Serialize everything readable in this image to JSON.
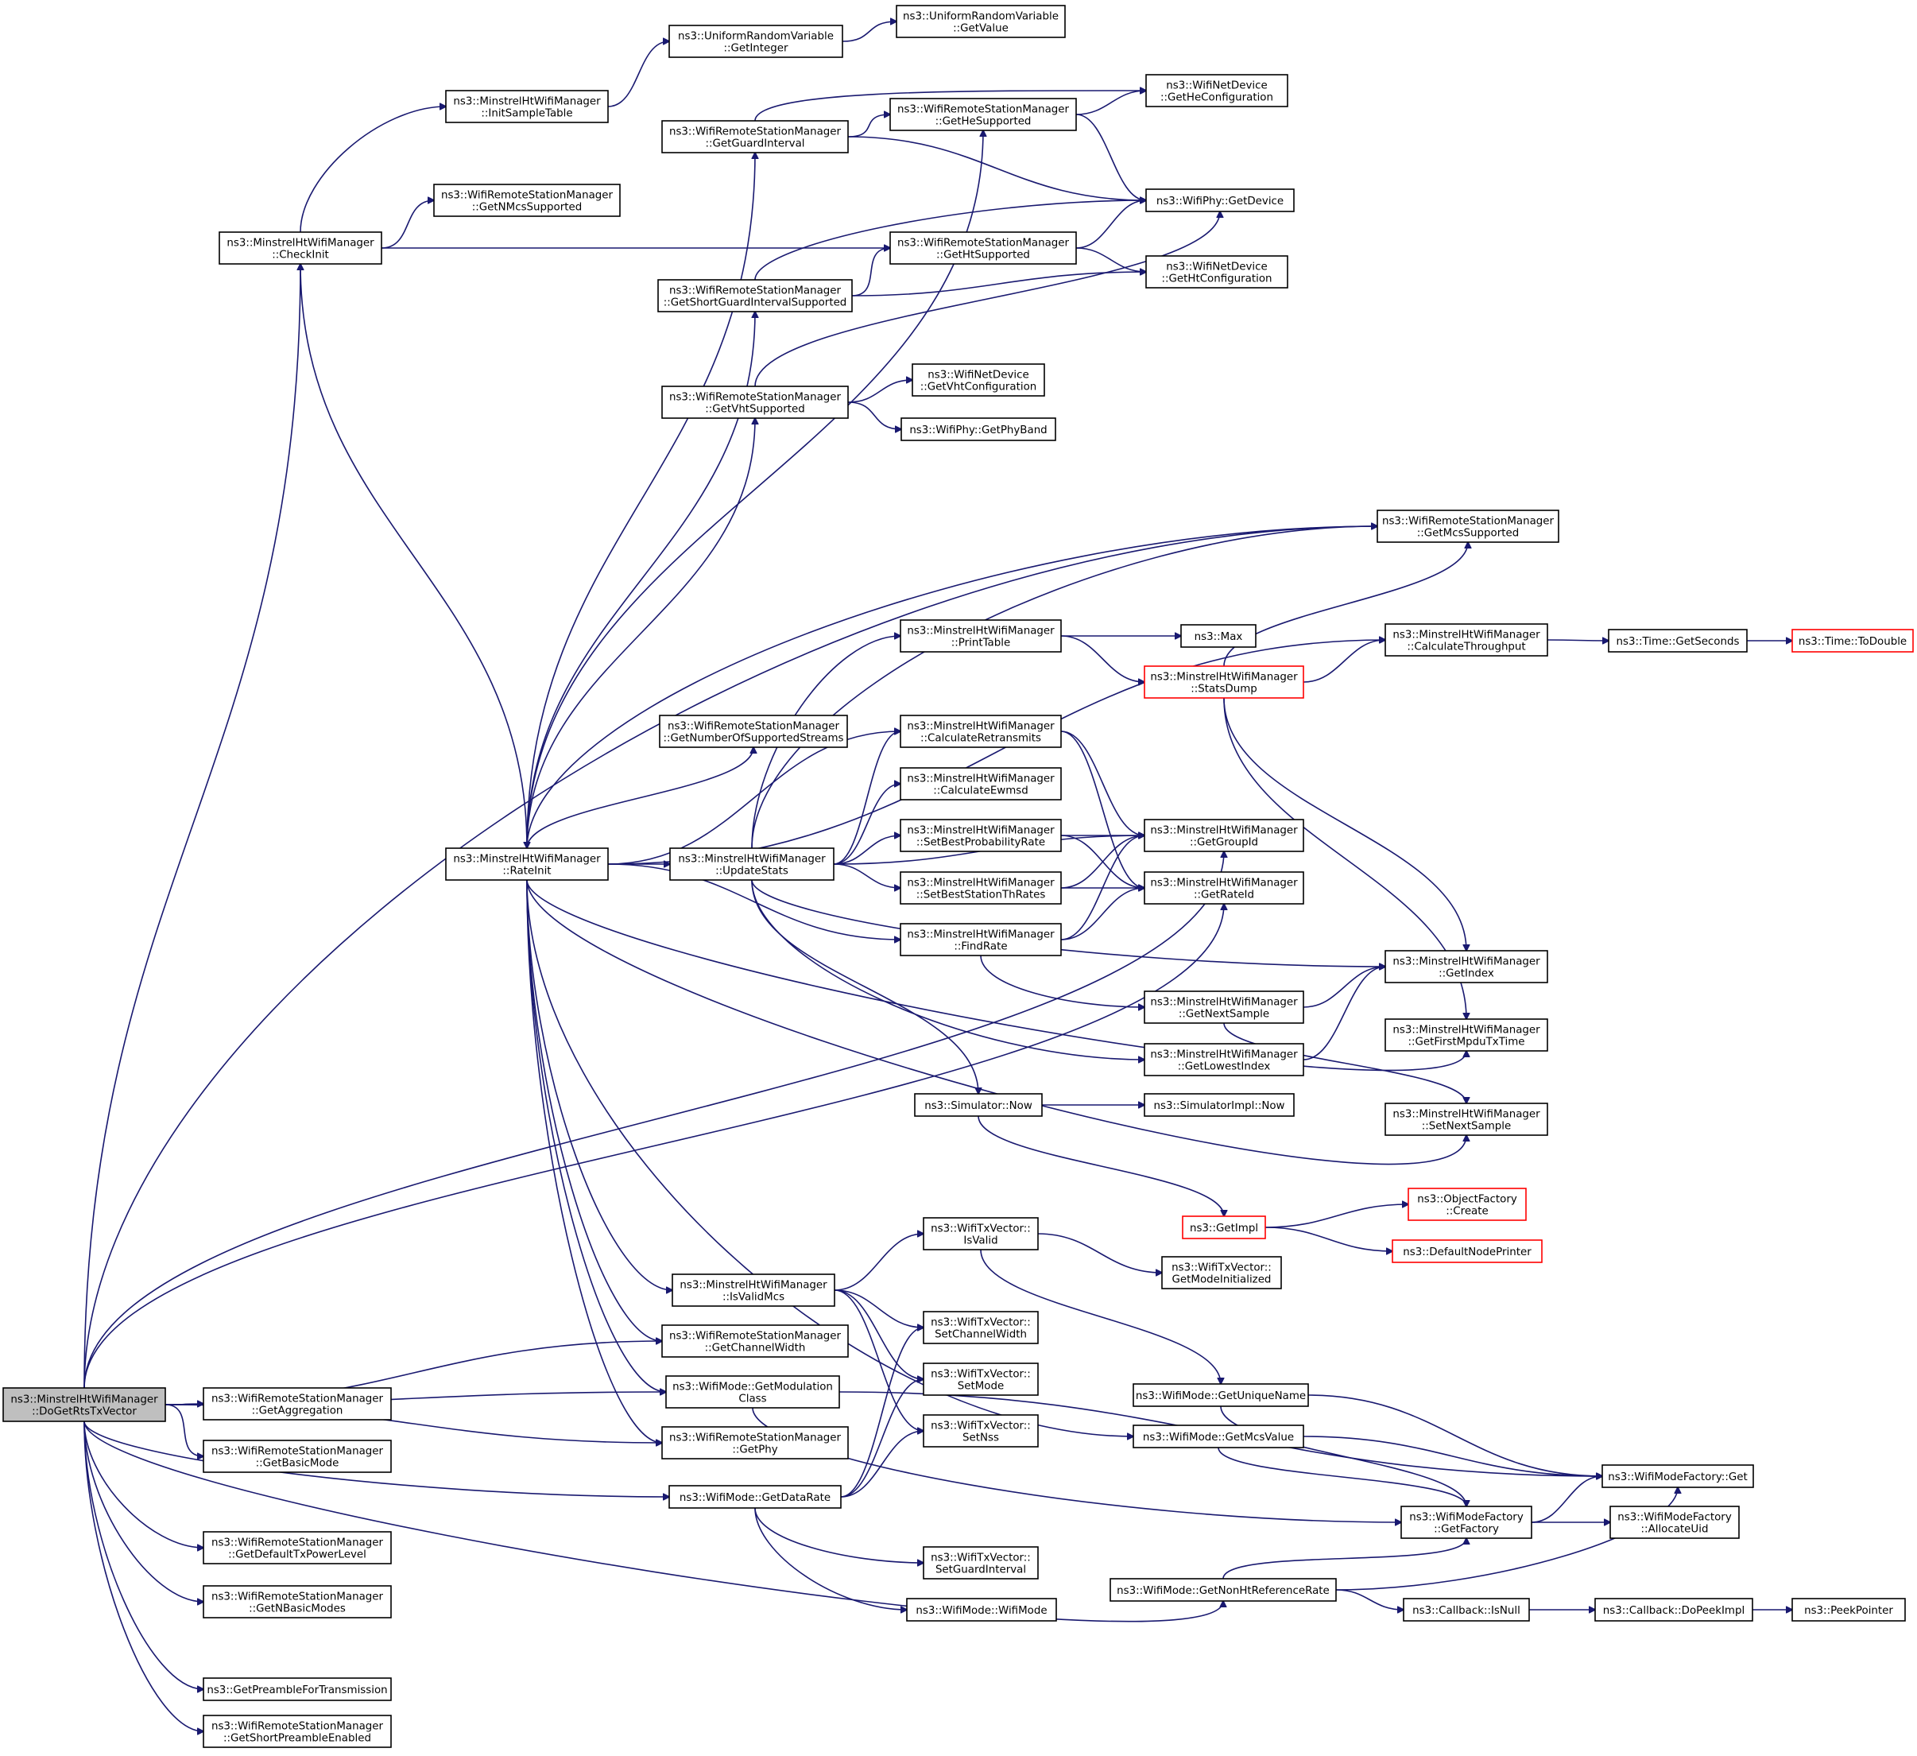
{
  "diagram": {
    "nodes": [
      {
        "id": "root",
        "lines": [
          "ns3::MinstrelHtWifiManager",
          "::DoGetRtsTxVector"
        ]
      },
      {
        "id": "checkInit",
        "lines": [
          "ns3::MinstrelHtWifiManager",
          "::CheckInit"
        ]
      },
      {
        "id": "initSample",
        "lines": [
          "ns3::MinstrelHtWifiManager",
          "::InitSampleTable"
        ]
      },
      {
        "id": "urvGetInteger",
        "lines": [
          "ns3::UniformRandomVariable",
          "::GetInteger"
        ]
      },
      {
        "id": "urvGetValue",
        "lines": [
          "ns3::UniformRandomVariable",
          "::GetValue"
        ]
      },
      {
        "id": "getNMcs",
        "lines": [
          "ns3::WifiRemoteStationManager",
          "::GetNMcsSupported"
        ]
      },
      {
        "id": "rateInit",
        "lines": [
          "ns3::MinstrelHtWifiManager",
          "::RateInit"
        ]
      },
      {
        "id": "getGuard",
        "lines": [
          "ns3::WifiRemoteStationManager",
          "::GetGuardInterval"
        ]
      },
      {
        "id": "getHeSup",
        "lines": [
          "ns3::WifiRemoteStationManager",
          "::GetHeSupported"
        ]
      },
      {
        "id": "getHeConf",
        "lines": [
          "ns3::WifiNetDevice",
          "::GetHeConfiguration"
        ]
      },
      {
        "id": "phyGetDevice",
        "lines": [
          "ns3::WifiPhy::GetDevice"
        ]
      },
      {
        "id": "getHtSup",
        "lines": [
          "ns3::WifiRemoteStationManager",
          "::GetHtSupported"
        ]
      },
      {
        "id": "getHtConf",
        "lines": [
          "ns3::WifiNetDevice",
          "::GetHtConfiguration"
        ]
      },
      {
        "id": "getShortGI",
        "lines": [
          "ns3::WifiRemoteStationManager",
          "::GetShortGuardIntervalSupported"
        ]
      },
      {
        "id": "getVhtSup",
        "lines": [
          "ns3::WifiRemoteStationManager",
          "::GetVhtSupported"
        ]
      },
      {
        "id": "getVhtConf",
        "lines": [
          "ns3::WifiNetDevice",
          "::GetVhtConfiguration"
        ]
      },
      {
        "id": "getPhyBand",
        "lines": [
          "ns3::WifiPhy::GetPhyBand"
        ]
      },
      {
        "id": "getMcsSup",
        "lines": [
          "ns3::WifiRemoteStationManager",
          "::GetMcsSupported"
        ]
      },
      {
        "id": "printTable",
        "lines": [
          "ns3::MinstrelHtWifiManager",
          "::PrintTable"
        ]
      },
      {
        "id": "max",
        "lines": [
          "ns3::Max"
        ]
      },
      {
        "id": "calcThroughput",
        "lines": [
          "ns3::MinstrelHtWifiManager",
          "::CalculateThroughput"
        ]
      },
      {
        "id": "getSeconds",
        "lines": [
          "ns3::Time::GetSeconds"
        ]
      },
      {
        "id": "toDouble",
        "lines": [
          "ns3::Time::ToDouble"
        ],
        "red": true
      },
      {
        "id": "statsDump",
        "lines": [
          "ns3::MinstrelHtWifiManager",
          "::StatsDump"
        ],
        "red": true
      },
      {
        "id": "getNumStreams",
        "lines": [
          "ns3::WifiRemoteStationManager",
          "::GetNumberOfSupportedStreams"
        ]
      },
      {
        "id": "calcRetrans",
        "lines": [
          "ns3::MinstrelHtWifiManager",
          "::CalculateRetransmits"
        ]
      },
      {
        "id": "calcEwmsd",
        "lines": [
          "ns3::MinstrelHtWifiManager",
          "::CalculateEwmsd"
        ]
      },
      {
        "id": "setBestProb",
        "lines": [
          "ns3::MinstrelHtWifiManager",
          "::SetBestProbabilityRate"
        ]
      },
      {
        "id": "getGroupId",
        "lines": [
          "ns3::MinstrelHtWifiManager",
          "::GetGroupId"
        ]
      },
      {
        "id": "updateStats",
        "lines": [
          "ns3::MinstrelHtWifiManager",
          "::UpdateStats"
        ]
      },
      {
        "id": "setBestTh",
        "lines": [
          "ns3::MinstrelHtWifiManager",
          "::SetBestStationThRates"
        ]
      },
      {
        "id": "getRateId",
        "lines": [
          "ns3::MinstrelHtWifiManager",
          "::GetRateId"
        ]
      },
      {
        "id": "findRate",
        "lines": [
          "ns3::MinstrelHtWifiManager",
          "::FindRate"
        ]
      },
      {
        "id": "getIndex",
        "lines": [
          "ns3::MinstrelHtWifiManager",
          "::GetIndex"
        ]
      },
      {
        "id": "getNextSample",
        "lines": [
          "ns3::MinstrelHtWifiManager",
          "::GetNextSample"
        ]
      },
      {
        "id": "getFirstMpdu",
        "lines": [
          "ns3::MinstrelHtWifiManager",
          "::GetFirstMpduTxTime"
        ]
      },
      {
        "id": "getLowestIndex",
        "lines": [
          "ns3::MinstrelHtWifiManager",
          "::GetLowestIndex"
        ]
      },
      {
        "id": "simNow",
        "lines": [
          "ns3::Simulator::Now"
        ]
      },
      {
        "id": "simImplNow",
        "lines": [
          "ns3::SimulatorImpl::Now"
        ]
      },
      {
        "id": "setNextSample",
        "lines": [
          "ns3::MinstrelHtWifiManager",
          "::SetNextSample"
        ]
      },
      {
        "id": "getImpl",
        "lines": [
          "ns3::GetImpl"
        ],
        "red": true
      },
      {
        "id": "objFactoryCreate",
        "lines": [
          "ns3::ObjectFactory",
          "::Create"
        ],
        "red": true
      },
      {
        "id": "defaultNodePrinter",
        "lines": [
          "ns3::DefaultNodePrinter"
        ],
        "red": true
      },
      {
        "id": "txIsValid",
        "lines": [
          "ns3::WifiTxVector::",
          "IsValid"
        ]
      },
      {
        "id": "getModeInit",
        "lines": [
          "ns3::WifiTxVector::",
          "GetModeInitialized"
        ]
      },
      {
        "id": "isValidMcs",
        "lines": [
          "ns3::MinstrelHtWifiManager",
          "::IsValidMcs"
        ]
      },
      {
        "id": "setChanWidth",
        "lines": [
          "ns3::WifiTxVector::",
          "SetChannelWidth"
        ]
      },
      {
        "id": "getChanWidth",
        "lines": [
          "ns3::WifiRemoteStationManager",
          "::GetChannelWidth"
        ]
      },
      {
        "id": "getUniqueName",
        "lines": [
          "ns3::WifiMode::GetUniqueName"
        ]
      },
      {
        "id": "setMode",
        "lines": [
          "ns3::WifiTxVector::",
          "SetMode"
        ]
      },
      {
        "id": "getModClass",
        "lines": [
          "ns3::WifiMode::GetModulation",
          "Class"
        ]
      },
      {
        "id": "setNss",
        "lines": [
          "ns3::WifiTxVector::",
          "SetNss"
        ]
      },
      {
        "id": "getMcsValue",
        "lines": [
          "ns3::WifiMode::GetMcsValue"
        ]
      },
      {
        "id": "getAggregation",
        "lines": [
          "ns3::WifiRemoteStationManager",
          "::GetAggregation"
        ]
      },
      {
        "id": "getPhy",
        "lines": [
          "ns3::WifiRemoteStationManager",
          "::GetPhy"
        ]
      },
      {
        "id": "getBasicMode",
        "lines": [
          "ns3::WifiRemoteStationManager",
          "::GetBasicMode"
        ]
      },
      {
        "id": "modeFactoryGet",
        "lines": [
          "ns3::WifiModeFactory::Get"
        ]
      },
      {
        "id": "getDataRate",
        "lines": [
          "ns3::WifiMode::GetDataRate"
        ]
      },
      {
        "id": "getFactory",
        "lines": [
          "ns3::WifiModeFactory",
          "::GetFactory"
        ]
      },
      {
        "id": "allocateUid",
        "lines": [
          "ns3::WifiModeFactory",
          "::AllocateUid"
        ]
      },
      {
        "id": "getDefaultTxPower",
        "lines": [
          "ns3::WifiRemoteStationManager",
          "::GetDefaultTxPowerLevel"
        ]
      },
      {
        "id": "setGuard",
        "lines": [
          "ns3::WifiTxVector::",
          "SetGuardInterval"
        ]
      },
      {
        "id": "getNBasicModes",
        "lines": [
          "ns3::WifiRemoteStationManager",
          "::GetNBasicModes"
        ]
      },
      {
        "id": "getNonHtRef",
        "lines": [
          "ns3::WifiMode::GetNonHtReferenceRate"
        ]
      },
      {
        "id": "wifiMode",
        "lines": [
          "ns3::WifiMode::WifiMode"
        ]
      },
      {
        "id": "cbIsNull",
        "lines": [
          "ns3::Callback::IsNull"
        ]
      },
      {
        "id": "cbDoPeek",
        "lines": [
          "ns3::Callback::DoPeekImpl"
        ]
      },
      {
        "id": "peekPointer",
        "lines": [
          "ns3::PeekPointer"
        ]
      },
      {
        "id": "getPreamble",
        "lines": [
          "ns3::GetPreambleForTransmission"
        ]
      },
      {
        "id": "getShortPreamble",
        "lines": [
          "ns3::WifiRemoteStationManager",
          "::GetShortPreambleEnabled"
        ]
      }
    ],
    "edges": [
      [
        "root",
        "checkInit"
      ],
      [
        "root",
        "getMcsSup"
      ],
      [
        "root",
        "getGroupId"
      ],
      [
        "root",
        "getRateId"
      ],
      [
        "root",
        "getChanWidth"
      ],
      [
        "root",
        "getModClass"
      ],
      [
        "root",
        "getAggregation"
      ],
      [
        "root",
        "getPhy"
      ],
      [
        "root",
        "getBasicMode"
      ],
      [
        "root",
        "getDataRate"
      ],
      [
        "root",
        "getDefaultTxPower"
      ],
      [
        "root",
        "getNBasicModes"
      ],
      [
        "root",
        "getNonHtRef"
      ],
      [
        "root",
        "getPreamble"
      ],
      [
        "root",
        "getShortPreamble"
      ],
      [
        "checkInit",
        "initSample"
      ],
      [
        "checkInit",
        "getNMcs"
      ],
      [
        "checkInit",
        "getHtSup"
      ],
      [
        "checkInit",
        "rateInit"
      ],
      [
        "initSample",
        "urvGetInteger"
      ],
      [
        "urvGetInteger",
        "urvGetValue"
      ],
      [
        "rateInit",
        "getGuard"
      ],
      [
        "rateInit",
        "getHeSup"
      ],
      [
        "rateInit",
        "getShortGI"
      ],
      [
        "rateInit",
        "getVhtSup"
      ],
      [
        "rateInit",
        "getNumStreams"
      ],
      [
        "rateInit",
        "getMcsSup"
      ],
      [
        "rateInit",
        "calcThroughput"
      ],
      [
        "rateInit",
        "updateStats"
      ],
      [
        "rateInit",
        "calcRetrans"
      ],
      [
        "rateInit",
        "findRate"
      ],
      [
        "rateInit",
        "getFirstMpdu"
      ],
      [
        "rateInit",
        "setNextSample"
      ],
      [
        "rateInit",
        "isValidMcs"
      ],
      [
        "rateInit",
        "getChanWidth"
      ],
      [
        "rateInit",
        "getModClass"
      ],
      [
        "rateInit",
        "getPhy"
      ],
      [
        "rateInit",
        "getMcsValue"
      ],
      [
        "getGuard",
        "getHeConf"
      ],
      [
        "getGuard",
        "getHeSup"
      ],
      [
        "getGuard",
        "phyGetDevice"
      ],
      [
        "getHeSup",
        "getHeConf"
      ],
      [
        "getHeSup",
        "phyGetDevice"
      ],
      [
        "getHtSup",
        "phyGetDevice"
      ],
      [
        "getHtSup",
        "getHtConf"
      ],
      [
        "getShortGI",
        "getHtSup"
      ],
      [
        "getShortGI",
        "phyGetDevice"
      ],
      [
        "getShortGI",
        "getHtConf"
      ],
      [
        "getVhtSup",
        "phyGetDevice"
      ],
      [
        "getVhtSup",
        "getVhtConf"
      ],
      [
        "getVhtSup",
        "getPhyBand"
      ],
      [
        "printTable",
        "max"
      ],
      [
        "printTable",
        "statsDump"
      ],
      [
        "calcThroughput",
        "getSeconds"
      ],
      [
        "getSeconds",
        "toDouble"
      ],
      [
        "statsDump",
        "getMcsSup"
      ],
      [
        "statsDump",
        "calcThroughput"
      ],
      [
        "statsDump",
        "getIndex"
      ],
      [
        "statsDump",
        "getFirstMpdu"
      ],
      [
        "updateStats",
        "printTable"
      ],
      [
        "updateStats",
        "getMcsSup"
      ],
      [
        "updateStats",
        "calcRetrans"
      ],
      [
        "updateStats",
        "calcEwmsd"
      ],
      [
        "updateStats",
        "setBestProb"
      ],
      [
        "updateStats",
        "setBestTh"
      ],
      [
        "updateStats",
        "getGroupId"
      ],
      [
        "updateStats",
        "getIndex"
      ],
      [
        "updateStats",
        "getLowestIndex"
      ],
      [
        "updateStats",
        "simNow"
      ],
      [
        "calcRetrans",
        "getGroupId"
      ],
      [
        "calcRetrans",
        "getRateId"
      ],
      [
        "setBestProb",
        "getGroupId"
      ],
      [
        "setBestProb",
        "getRateId"
      ],
      [
        "setBestTh",
        "getGroupId"
      ],
      [
        "setBestTh",
        "getRateId"
      ],
      [
        "findRate",
        "getGroupId"
      ],
      [
        "findRate",
        "getRateId"
      ],
      [
        "findRate",
        "getNextSample"
      ],
      [
        "getNextSample",
        "getIndex"
      ],
      [
        "getNextSample",
        "setNextSample"
      ],
      [
        "getLowestIndex",
        "getIndex"
      ],
      [
        "simNow",
        "simImplNow"
      ],
      [
        "simNow",
        "getImpl"
      ],
      [
        "getImpl",
        "objFactoryCreate"
      ],
      [
        "getImpl",
        "defaultNodePrinter"
      ],
      [
        "isValidMcs",
        "txIsValid"
      ],
      [
        "isValidMcs",
        "setChanWidth"
      ],
      [
        "isValidMcs",
        "setMode"
      ],
      [
        "isValidMcs",
        "setNss"
      ],
      [
        "txIsValid",
        "getModeInit"
      ],
      [
        "txIsValid",
        "getUniqueName"
      ],
      [
        "getUniqueName",
        "modeFactoryGet"
      ],
      [
        "getUniqueName",
        "getFactory"
      ],
      [
        "getMcsValue",
        "modeFactoryGet"
      ],
      [
        "getMcsValue",
        "getFactory"
      ],
      [
        "getModClass",
        "modeFactoryGet"
      ],
      [
        "getModClass",
        "getFactory"
      ],
      [
        "getDataRate",
        "setChanWidth"
      ],
      [
        "getDataRate",
        "setMode"
      ],
      [
        "getDataRate",
        "setNss"
      ],
      [
        "getDataRate",
        "setGuard"
      ],
      [
        "getDataRate",
        "wifiMode"
      ],
      [
        "getFactory",
        "modeFactoryGet"
      ],
      [
        "getFactory",
        "allocateUid"
      ],
      [
        "getNonHtRef",
        "getFactory"
      ],
      [
        "getNonHtRef",
        "modeFactoryGet"
      ],
      [
        "getNonHtRef",
        "cbIsNull"
      ],
      [
        "cbIsNull",
        "cbDoPeek"
      ],
      [
        "cbDoPeek",
        "peekPointer"
      ]
    ]
  }
}
